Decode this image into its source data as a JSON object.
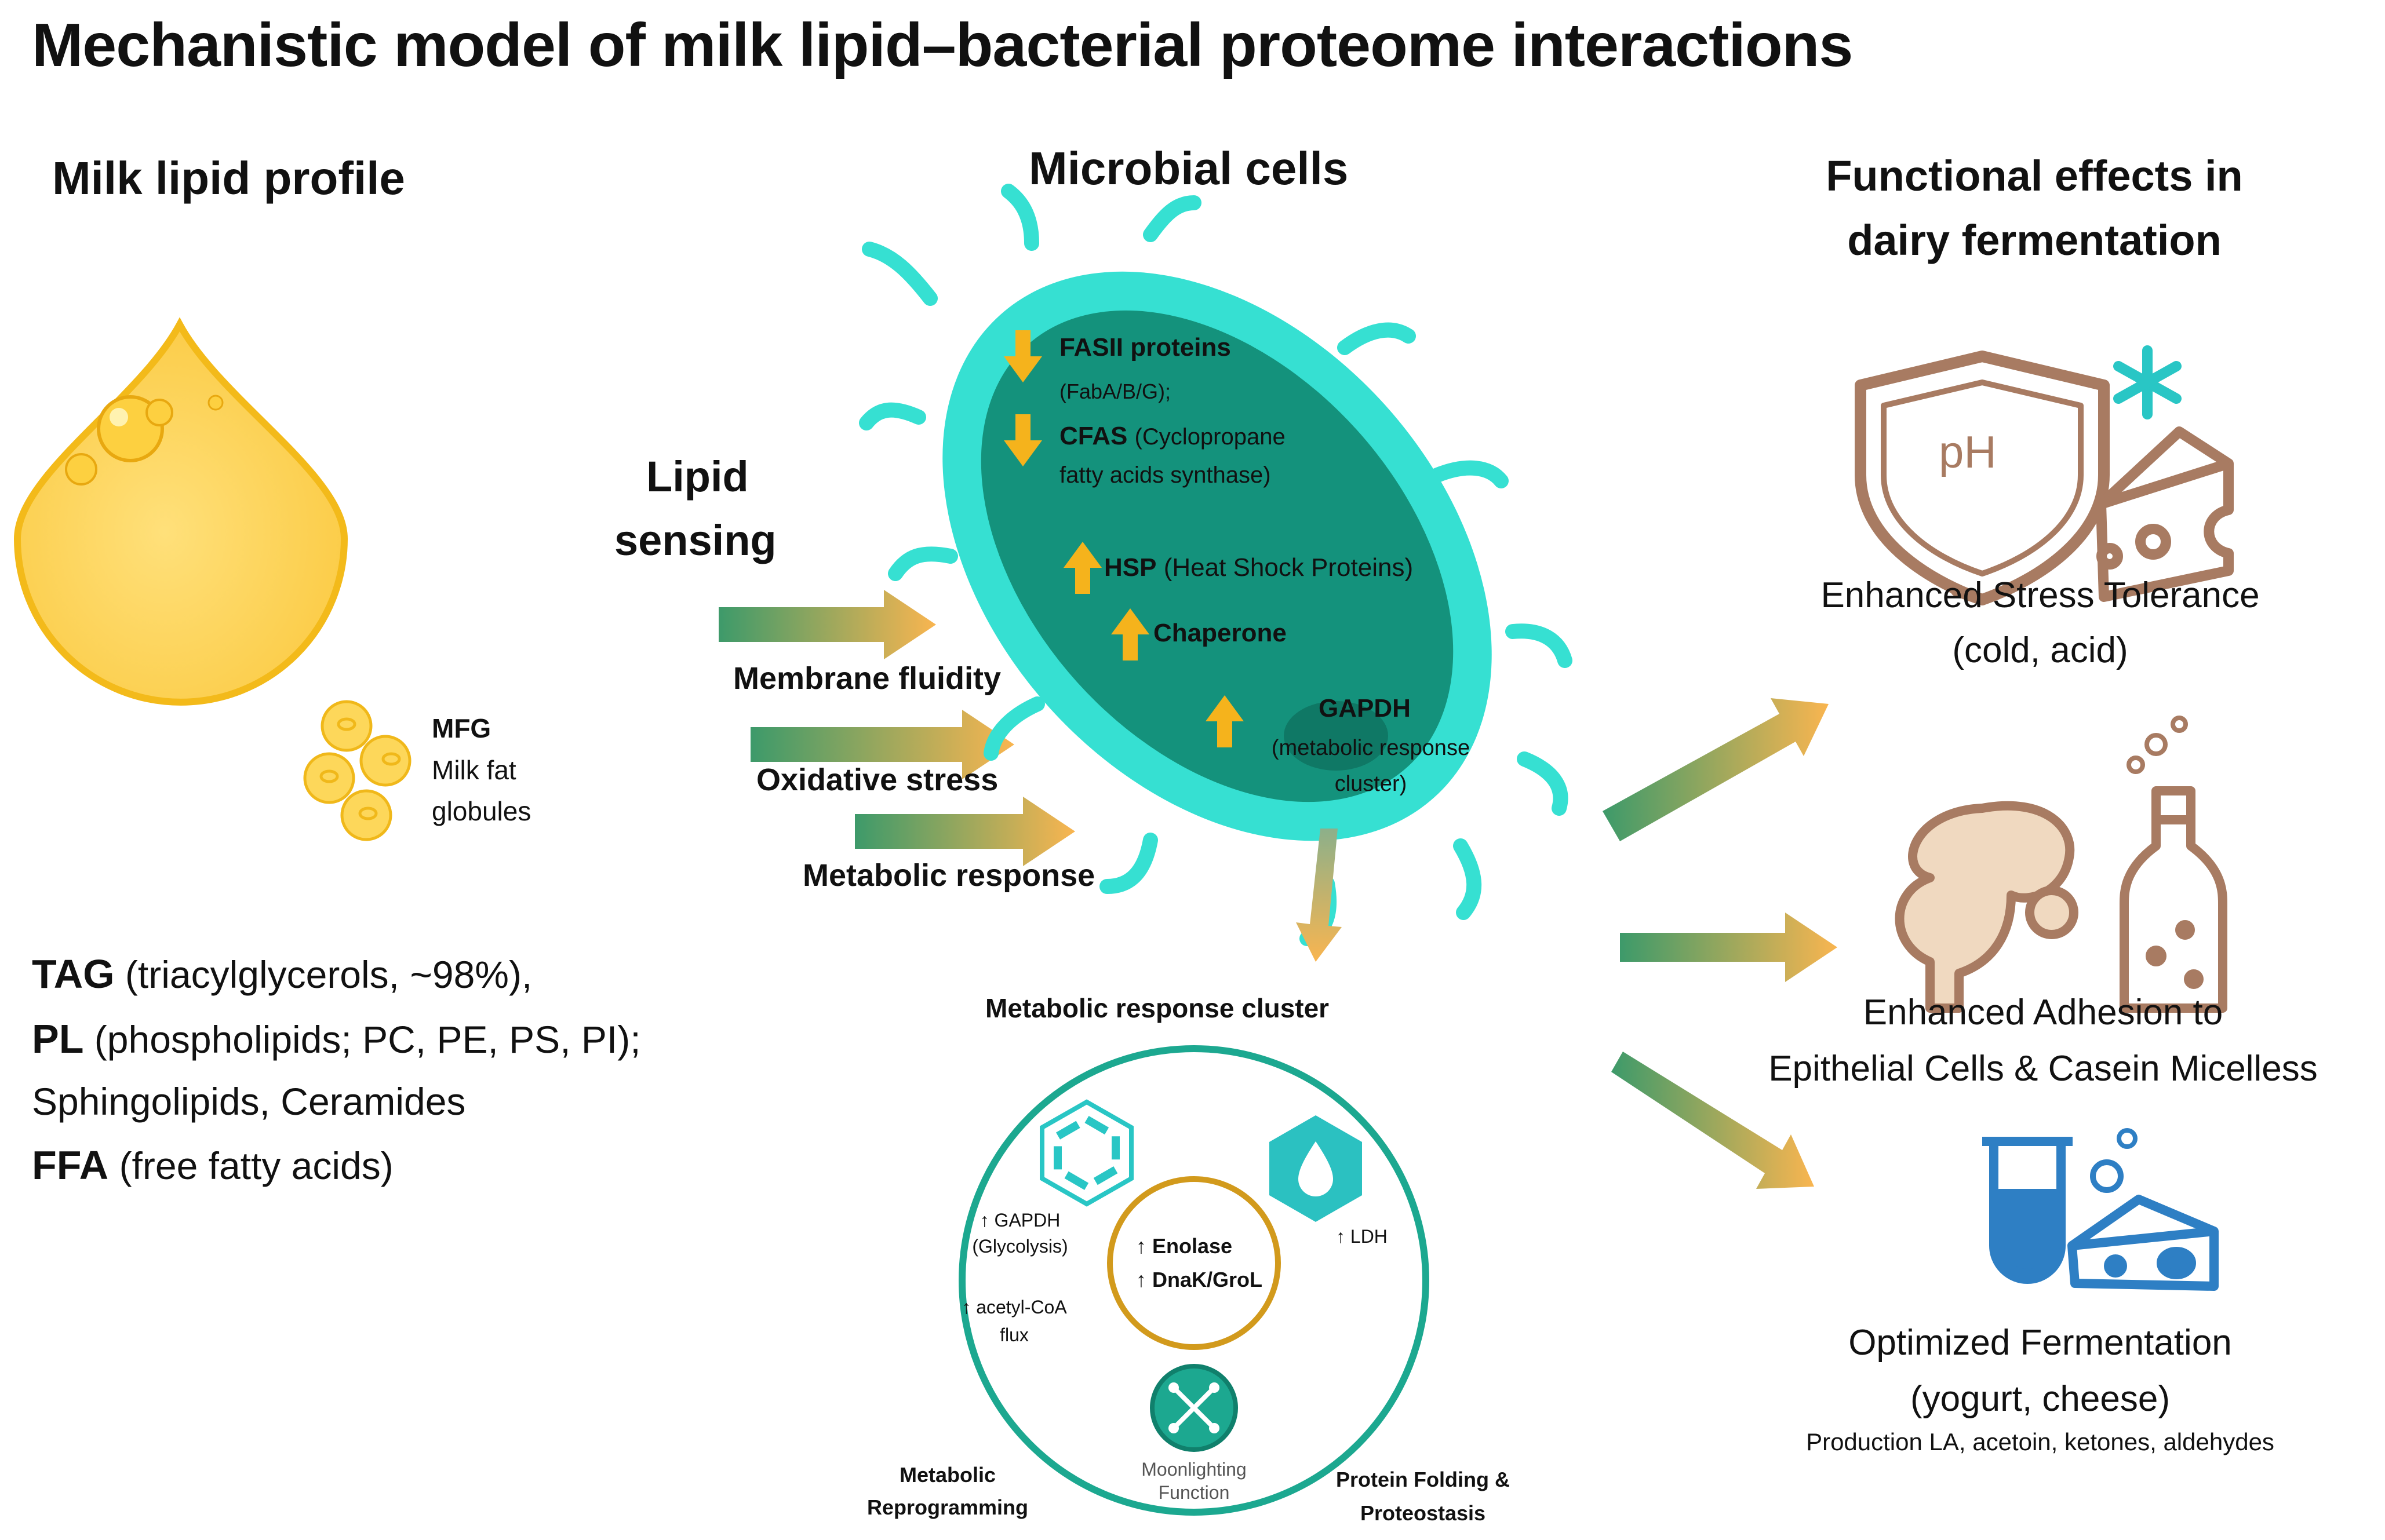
{
  "title": "Mechanistic model of milk lipid–bacterial proteome interactions",
  "columns": {
    "left": "Milk lipid profile",
    "middle": "Microbial cells",
    "right": "Functional effects in dairy fermentation"
  },
  "mfg": {
    "abbr": "MFG",
    "line1": "Milk fat",
    "line2": "globules"
  },
  "lipids": [
    {
      "abbr": "TAG",
      "detail": "(triacylglycerols, ~98%),"
    },
    {
      "abbr": "PL",
      "detail": "(phospholipids;  PC, PE, PS, PI);"
    },
    {
      "abbr": "",
      "detail": "Sphingolipids, Ceramides"
    },
    {
      "abbr": "FFA",
      "detail": "(free fatty acids)"
    }
  ],
  "sensing": {
    "title_line1": "Lipid",
    "title_line2": "sensing",
    "inputs": [
      "Membrane fluidity",
      "Oxidative stress",
      "Metabolic response"
    ]
  },
  "cell": {
    "fasii": "FASII proteins",
    "fasii_detail": "(FabA/B/G);",
    "cfas": "CFAS",
    "cfas_detail1": "(Cyclopropane",
    "cfas_detail2": "fatty acids synthase)",
    "hsp": "HSP",
    "hsp_detail": "(Heat Shock Proteins)",
    "chaperone": "Chaperone",
    "gapdh": "GAPDH",
    "gapdh_detail1": "(metabolic response",
    "gapdh_detail2": "cluster)"
  },
  "cluster": {
    "title": "Metabolic response cluster",
    "gapdh_line1": "↑ GAPDH",
    "gapdh_line2": "(Glycolysis)",
    "acetyl_line1": "↑ acetyl-CoA",
    "acetyl_line2": "flux",
    "ldh": "↑ LDH",
    "enolase": "↑ Enolase",
    "dnak": "↑ DnaK/GroL",
    "moon_line1": "Moonlighting",
    "moon_line2": "Function",
    "reprog_line1": "Metabolic",
    "reprog_line2": "Reprogramming",
    "fold_line1": "Protein Folding &",
    "fold_line2": "Proteostasis"
  },
  "effects": [
    {
      "line1": "Enhanced Stress Tolerance",
      "line2": "(cold, acid)"
    },
    {
      "line1": "Enhanced Adhesion to",
      "line2": "Epithelial Cells & Casein Micelless"
    },
    {
      "line1": "Optimized Fermentation",
      "line2": "(yogurt, cheese)",
      "line3": "Production LA, acetoin, ketones, aldehydes"
    }
  ],
  "ph_label": "pH",
  "icons": [
    "milk-drop-icon",
    "fat-globules-icon",
    "bacterium-icon",
    "shield-ph-icon",
    "cheese-icon",
    "intestine-icon",
    "bottle-icon",
    "test-tube-icon",
    "hexagon-cycle-icon",
    "hexagon-drop-icon",
    "moonlighting-icon"
  ],
  "colors": {
    "drop": "#FDD75A",
    "drop_edge": "#F3BA1A",
    "cell_outer": "#36E0D2",
    "cell_inner": "#14927C",
    "arrow_orange": "#F9B550",
    "arrow_green": "#3D9A6A",
    "cluster_ring": "#1CA890",
    "enolase_ring": "#D29A1C",
    "icon_brown": "#A87B62",
    "icon_blue": "#2E7FC4",
    "accent_teal": "#29C6C5"
  }
}
